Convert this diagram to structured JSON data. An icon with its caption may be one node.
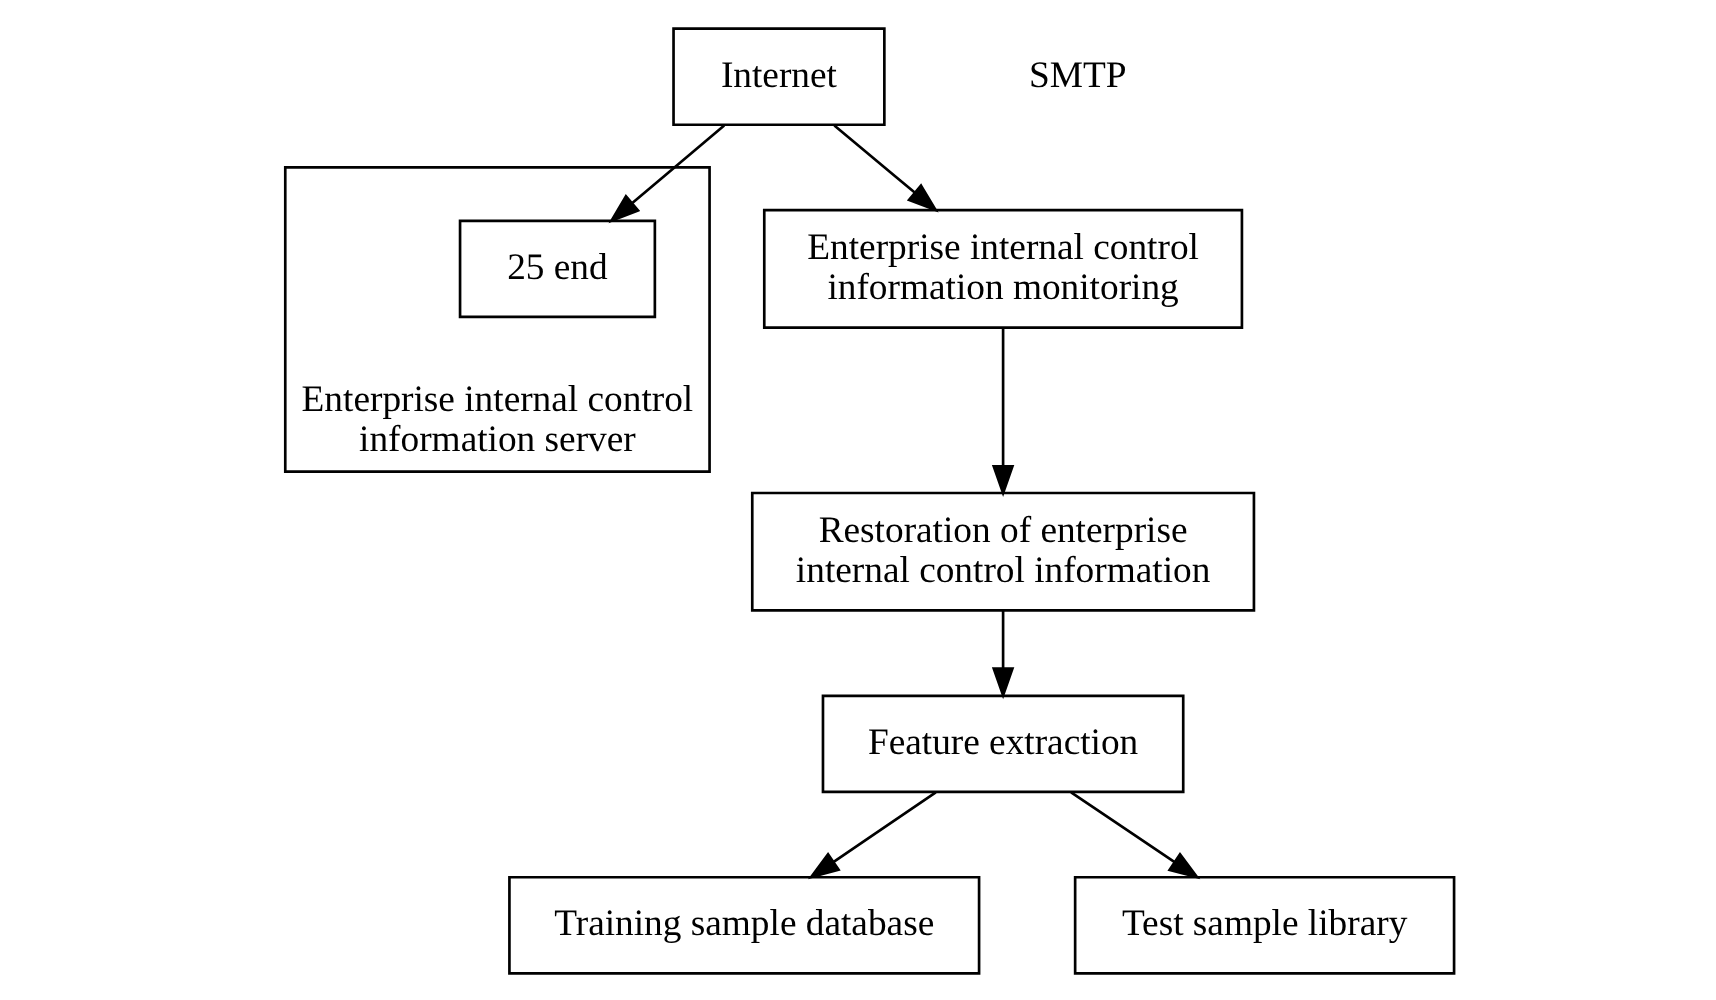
{
  "diagram": {
    "nodes": [
      {
        "text": [
          "Internet"
        ]
      },
      {
        "text": [
          "Enterprise internal control information server"
        ]
      },
      {
        "text": [
          "25 end"
        ],
        "in": 1
      },
      {
        "text": [
          "Enterprise internal control information monitoring"
        ]
      },
      {
        "text": [
          "Restoration of enterprise internal control information"
        ]
      },
      {
        "text": [
          "Feature extraction"
        ]
      },
      {
        "text": [
          "Training sample database"
        ]
      },
      {
        "text": [
          "Test sample library"
        ]
      }
    ],
    "edges": [
      {
        "from": 0,
        "to": 2,
        "arrow": "to"
      },
      {
        "from": 0,
        "to": 3,
        "arrow": "to"
      },
      {
        "from": 3,
        "to": 4,
        "arrow": "to"
      },
      {
        "from": 4,
        "to": 5,
        "arrow": "to"
      },
      {
        "from": 5,
        "to": 6,
        "arrow": "to"
      },
      {
        "from": 5,
        "to": 7,
        "arrow": "to"
      }
    ],
    "labels": [
      "SMTP"
    ]
  }
}
